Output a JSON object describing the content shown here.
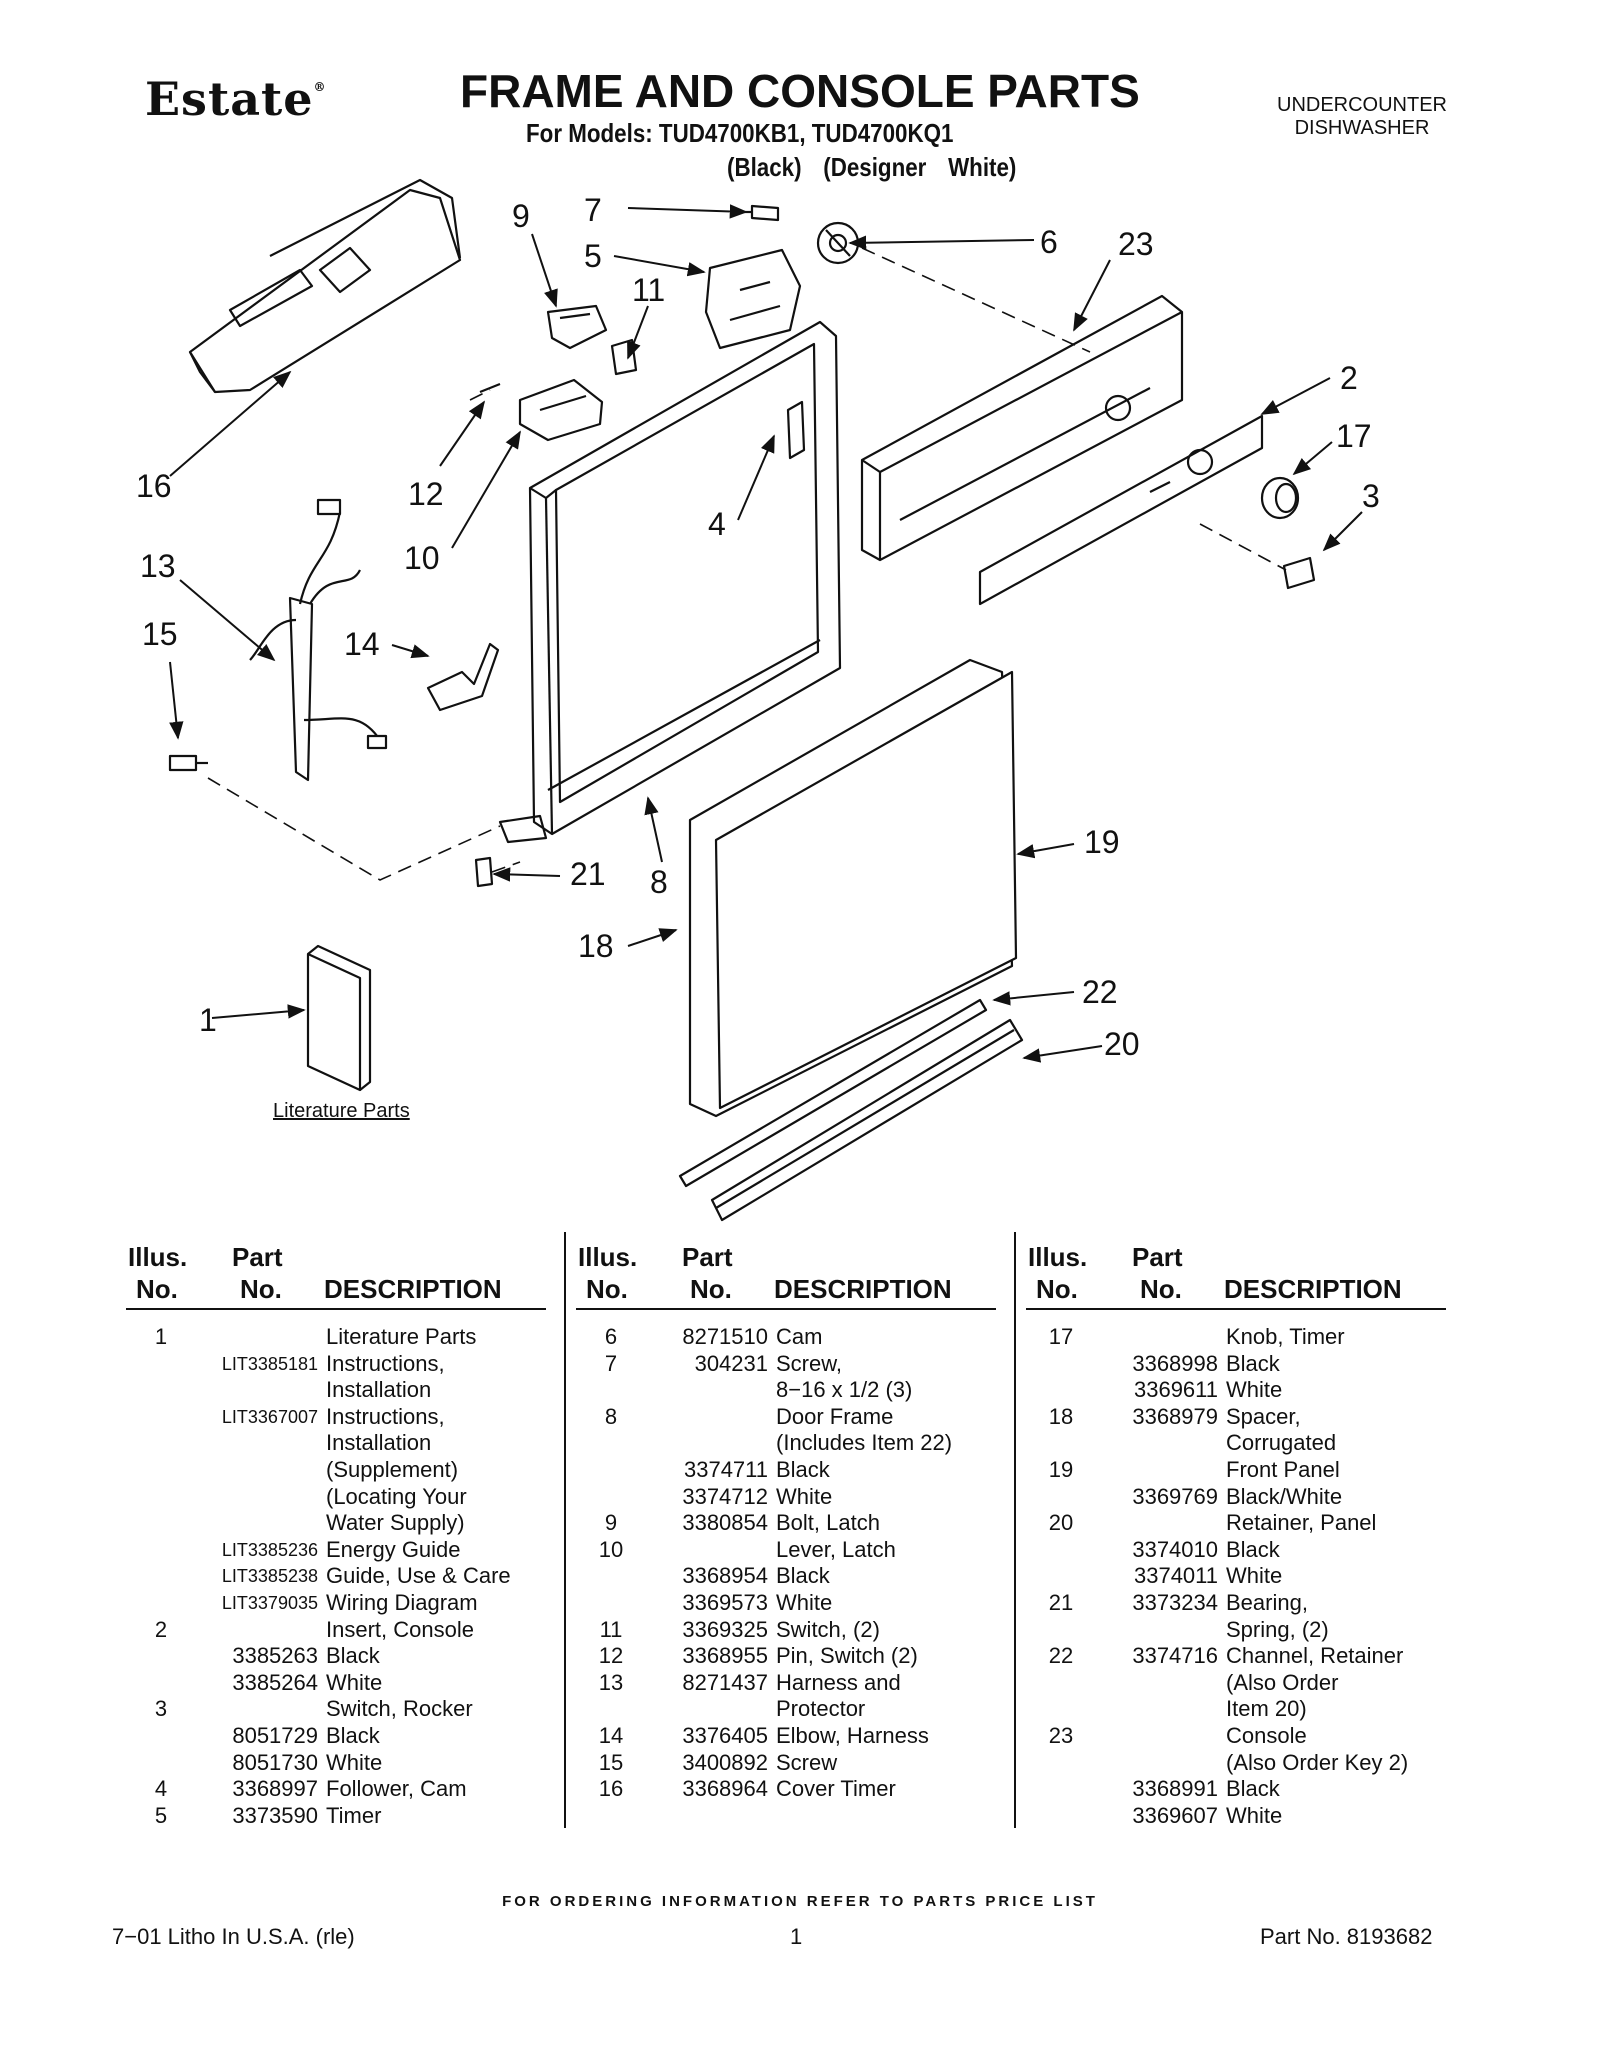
{
  "header": {
    "brand": "Estate",
    "brand_mark": "®",
    "title": "FRAME AND CONSOLE PARTS",
    "models_line": "For Models: TUD4700KB1, TUD4700KQ1",
    "colors_line": "(Black) (Designer White)",
    "category_line1": "UNDERCOUNTER",
    "category_line2": "DISHWASHER"
  },
  "diagram": {
    "callouts": [
      "1",
      "2",
      "3",
      "4",
      "5",
      "6",
      "7",
      "8",
      "9",
      "10",
      "11",
      "12",
      "13",
      "14",
      "15",
      "16",
      "17",
      "18",
      "19",
      "20",
      "21",
      "22",
      "23"
    ],
    "literature_caption": "Literature Parts"
  },
  "table_headers": {
    "illus_line1": "Illus.",
    "illus_line2": "No.",
    "part_line1": "Part",
    "part_line2": "No.",
    "description": "DESCRIPTION"
  },
  "columns": [
    [
      {
        "illus": "1",
        "part": "",
        "desc": "Literature Parts"
      },
      {
        "illus": "",
        "part": "LIT3385181",
        "desc": "Instructions,",
        "lit": true
      },
      {
        "illus": "",
        "part": "",
        "desc": "Installation"
      },
      {
        "illus": "",
        "part": "LIT3367007",
        "desc": "Instructions,",
        "lit": true
      },
      {
        "illus": "",
        "part": "",
        "desc": "Installation"
      },
      {
        "illus": "",
        "part": "",
        "desc": "(Supplement)"
      },
      {
        "illus": "",
        "part": "",
        "desc": "(Locating Your"
      },
      {
        "illus": "",
        "part": "",
        "desc": "Water Supply)"
      },
      {
        "illus": "",
        "part": "LIT3385236",
        "desc": "Energy Guide",
        "lit": true
      },
      {
        "illus": "",
        "part": "LIT3385238",
        "desc": "Guide, Use & Care",
        "lit": true
      },
      {
        "illus": "",
        "part": "LIT3379035",
        "desc": "Wiring Diagram",
        "lit": true
      },
      {
        "illus": "2",
        "part": "",
        "desc": "Insert, Console"
      },
      {
        "illus": "",
        "part": "3385263",
        "desc": "Black"
      },
      {
        "illus": "",
        "part": "3385264",
        "desc": "White"
      },
      {
        "illus": "3",
        "part": "",
        "desc": "Switch, Rocker"
      },
      {
        "illus": "",
        "part": "8051729",
        "desc": "Black"
      },
      {
        "illus": "",
        "part": "8051730",
        "desc": "White"
      },
      {
        "illus": "4",
        "part": "3368997",
        "desc": "Follower, Cam"
      },
      {
        "illus": "5",
        "part": "3373590",
        "desc": "Timer"
      }
    ],
    [
      {
        "illus": "6",
        "part": "8271510",
        "desc": "Cam"
      },
      {
        "illus": "7",
        "part": "304231",
        "desc": "Screw,"
      },
      {
        "illus": "",
        "part": "",
        "desc": "8−16 x 1/2 (3)"
      },
      {
        "illus": "8",
        "part": "",
        "desc": "Door Frame"
      },
      {
        "illus": "",
        "part": "",
        "desc": "(Includes Item 22)"
      },
      {
        "illus": "",
        "part": "3374711",
        "desc": "Black"
      },
      {
        "illus": "",
        "part": "3374712",
        "desc": "White"
      },
      {
        "illus": "9",
        "part": "3380854",
        "desc": "Bolt, Latch"
      },
      {
        "illus": "10",
        "part": "",
        "desc": "Lever, Latch"
      },
      {
        "illus": "",
        "part": "3368954",
        "desc": "Black"
      },
      {
        "illus": "",
        "part": "3369573",
        "desc": "White"
      },
      {
        "illus": "11",
        "part": "3369325",
        "desc": "Switch, (2)"
      },
      {
        "illus": "12",
        "part": "3368955",
        "desc": "Pin, Switch (2)"
      },
      {
        "illus": "13",
        "part": "8271437",
        "desc": "Harness and"
      },
      {
        "illus": "",
        "part": "",
        "desc": "Protector"
      },
      {
        "illus": "14",
        "part": "3376405",
        "desc": "Elbow, Harness"
      },
      {
        "illus": "15",
        "part": "3400892",
        "desc": "Screw"
      },
      {
        "illus": "16",
        "part": "3368964",
        "desc": "Cover Timer"
      }
    ],
    [
      {
        "illus": "17",
        "part": "",
        "desc": "Knob, Timer"
      },
      {
        "illus": "",
        "part": "3368998",
        "desc": "Black"
      },
      {
        "illus": "",
        "part": "3369611",
        "desc": "White"
      },
      {
        "illus": "18",
        "part": "3368979",
        "desc": "Spacer,"
      },
      {
        "illus": "",
        "part": "",
        "desc": "Corrugated"
      },
      {
        "illus": "19",
        "part": "",
        "desc": "Front Panel"
      },
      {
        "illus": "",
        "part": "3369769",
        "desc": "Black/White"
      },
      {
        "illus": "20",
        "part": "",
        "desc": "Retainer, Panel"
      },
      {
        "illus": "",
        "part": "3374010",
        "desc": "Black"
      },
      {
        "illus": "",
        "part": "3374011",
        "desc": "White"
      },
      {
        "illus": "21",
        "part": "3373234",
        "desc": "Bearing,"
      },
      {
        "illus": "",
        "part": "",
        "desc": "Spring, (2)"
      },
      {
        "illus": "22",
        "part": "3374716",
        "desc": "Channel, Retainer"
      },
      {
        "illus": "",
        "part": "",
        "desc": "(Also Order"
      },
      {
        "illus": "",
        "part": "",
        "desc": "Item 20)"
      },
      {
        "illus": "23",
        "part": "",
        "desc": "Console"
      },
      {
        "illus": "",
        "part": "",
        "desc": "(Also Order Key 2)"
      },
      {
        "illus": "",
        "part": "3368991",
        "desc": "Black"
      },
      {
        "illus": "",
        "part": "3369607",
        "desc": "White"
      }
    ]
  ],
  "footer": {
    "ordering_note": "FOR ORDERING INFORMATION REFER TO PARTS PRICE LIST",
    "litho": "7−01 Litho In U.S.A. (rle)",
    "page": "1",
    "part_no": "Part No. 8193682"
  }
}
